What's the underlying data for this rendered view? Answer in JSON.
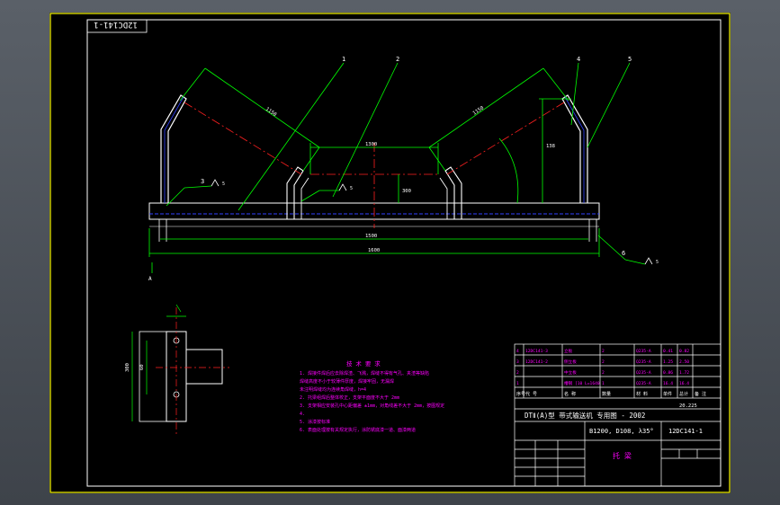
{
  "drawing": {
    "stamp": "12DC141-1",
    "title_main": "DTⅡ(A)型  带式输送机 专用图 - 2002",
    "spec": "B1200, D108, λ35°",
    "code": "12DC141-1",
    "name": "托 梁",
    "scale_note": "20.225"
  },
  "tech_requirements": {
    "heading": "技 术 要 求",
    "lines": [
      "1. 焊接件焊后应去除焊渣、飞溅，焊缝不得有气孔、夹渣等缺陷",
      "   焊缝高度不小于较薄件厚度，焊接牢固，无漏焊",
      "   未注明焊缝均为连续角焊缝，h=4",
      "2. 托梁组焊后整体校正，支架平面度不大于 2mm",
      "3. 支架相应安装孔中心距偏差 ±1mm，对角线差不大于 2mm，按图规定",
      "4.",
      "5. 涂漆按标准",
      "6. 表面处理按有关规定执行，涂防锈底漆一道、面漆两道"
    ]
  },
  "leaders": [
    "1",
    "2",
    "3",
    "4",
    "5",
    "6"
  ],
  "dims": {
    "center_width": "1300",
    "overall_length": "1600",
    "inner_span": "1500",
    "height": "300",
    "arm_left": "1150",
    "arm_right": "1150",
    "side_height": "138",
    "detail_height": "300",
    "detail_width": "60"
  },
  "welds": [
    "5",
    "5",
    "5"
  ],
  "section_mark": "A",
  "bom_header": [
    "序号",
    "代 号",
    "名 称",
    "数量",
    "材 料",
    "单件",
    "总计",
    "备 注"
  ],
  "bom_rows": [
    [
      "4",
      "12DC141-3",
      "立板",
      "2",
      "Q235-A",
      "0.41",
      "0.82",
      ""
    ],
    [
      "3",
      "12DC141-2",
      "侧立板",
      "2",
      "Q235-A",
      "1.25",
      "2.50",
      ""
    ],
    [
      "2",
      "",
      "中立板",
      "2",
      "Q235-A",
      "0.86",
      "1.72",
      ""
    ],
    [
      "1",
      "",
      "槽钢 [10 L=1640",
      "1",
      "Q235-A",
      "16.4",
      "16.4",
      ""
    ]
  ],
  "colors": {
    "line": "#ffffff",
    "green": "#00ff00",
    "magenta": "#ff00ff",
    "red": "#ff2020",
    "yellow": "#ffff00",
    "blue": "#3040ff"
  }
}
